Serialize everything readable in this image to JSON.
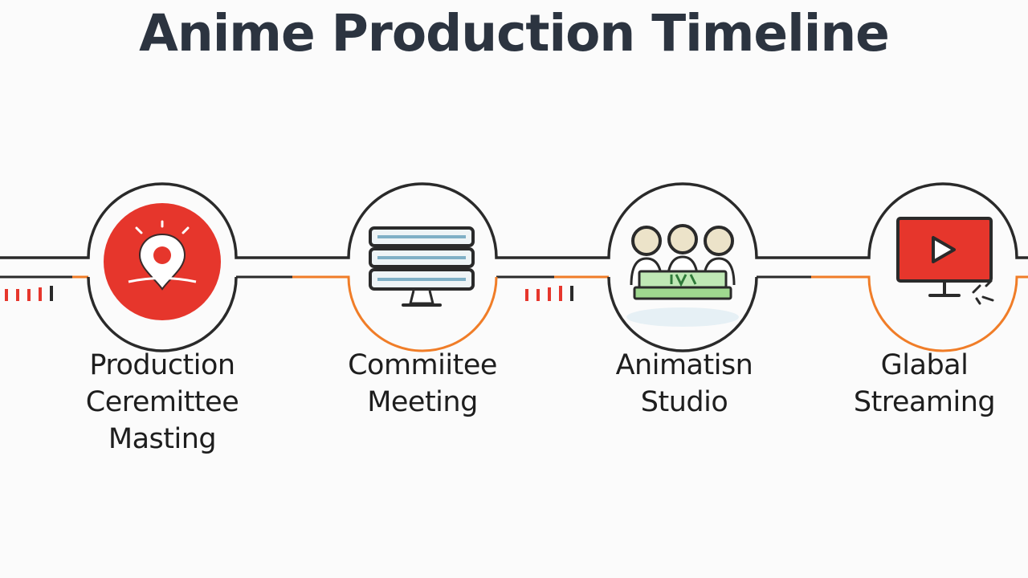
{
  "title": "Anime Production Timeline",
  "colors": {
    "accent_red": "#e6362c",
    "accent_orange": "#f07d28",
    "line_dark": "#2a2a2a",
    "title": "#2c3440"
  },
  "steps": [
    {
      "icon": "location-pin-icon",
      "label_lines": [
        "Production",
        "Ceremittee",
        "Masting"
      ]
    },
    {
      "icon": "monitor-icon",
      "label_lines": [
        "Commiitee",
        "Meeting"
      ]
    },
    {
      "icon": "team-icon",
      "label_lines": [
        "Animatisn",
        "Studio"
      ]
    },
    {
      "icon": "streaming-screen-icon",
      "label_lines": [
        "Glabal",
        "Streaming"
      ]
    }
  ]
}
